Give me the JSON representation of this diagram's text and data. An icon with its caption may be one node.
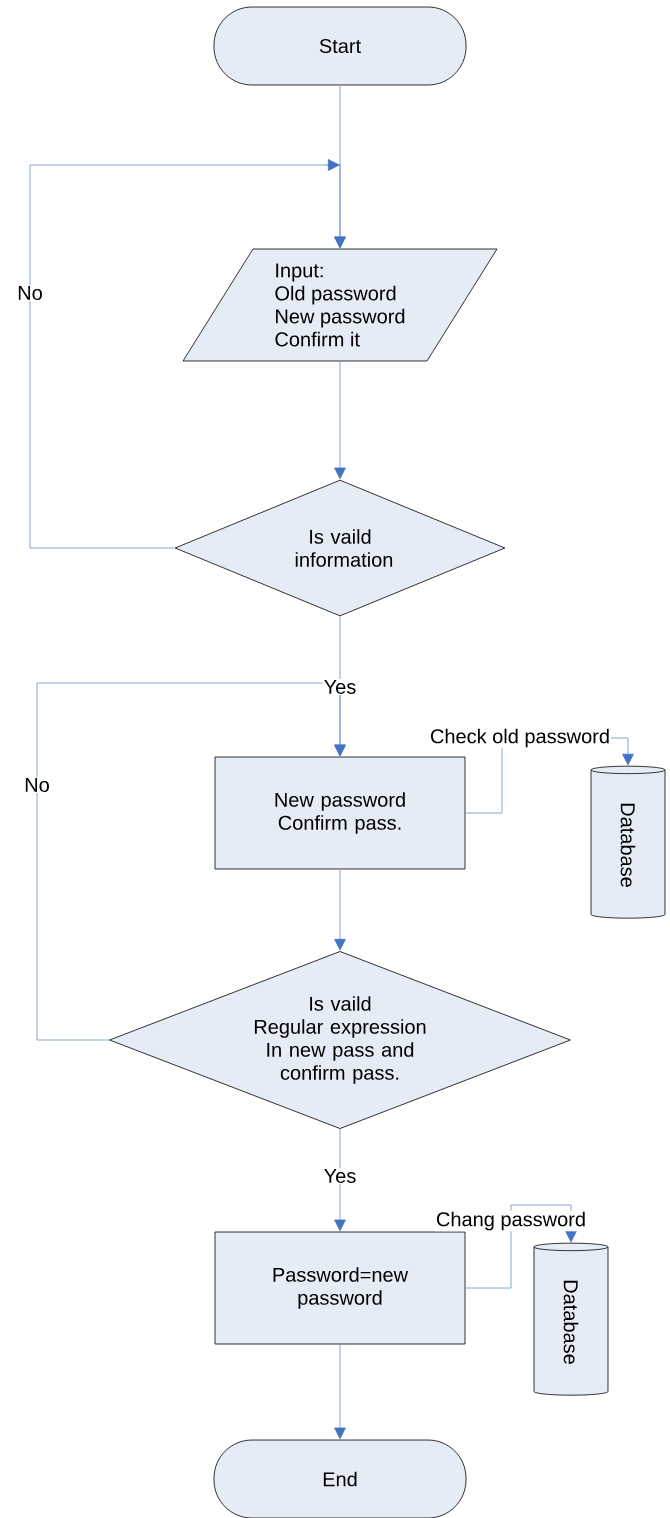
{
  "diagram": {
    "nodes": [
      {
        "text": [
          "Start"
        ]
      },
      {
        "text": [
          "Input:",
          "Old password",
          "New password",
          "Confirm it"
        ]
      },
      {
        "text": [
          "Is vaild information"
        ]
      },
      {
        "text": [
          "New password Confirm pass."
        ]
      },
      {
        "text": [
          "Database"
        ]
      },
      {
        "text": [
          "Is vaild",
          "Regular expression In new pass and confirm pass."
        ]
      },
      {
        "text": [
          "Password=new password"
        ]
      },
      {
        "text": [
          "Database"
        ]
      },
      {
        "text": [
          "End"
        ]
      }
    ],
    "edges": [
      {
        "from": 0,
        "to": 1,
        "arrow": "to"
      },
      {
        "from": 2,
        "to": 1,
        "arrow": "to",
        "label": "No"
      },
      {
        "from": 1,
        "to": 2,
        "arrow": "to"
      },
      {
        "from": 2,
        "to": 3,
        "arrow": "to",
        "label": "Yes"
      },
      {
        "from": 3,
        "to": 4,
        "arrow": "to",
        "label": "Check old password"
      },
      {
        "from": 5,
        "to": 3,
        "arrow": "to",
        "label": "No"
      },
      {
        "from": 3,
        "to": 5,
        "arrow": "to"
      },
      {
        "from": 5,
        "to": 6,
        "arrow": "to",
        "label": "Yes"
      },
      {
        "from": 6,
        "to": 7,
        "arrow": "to",
        "label": "Chang password"
      },
      {
        "from": 6,
        "to": 8,
        "arrow": "to"
      }
    ]
  }
}
